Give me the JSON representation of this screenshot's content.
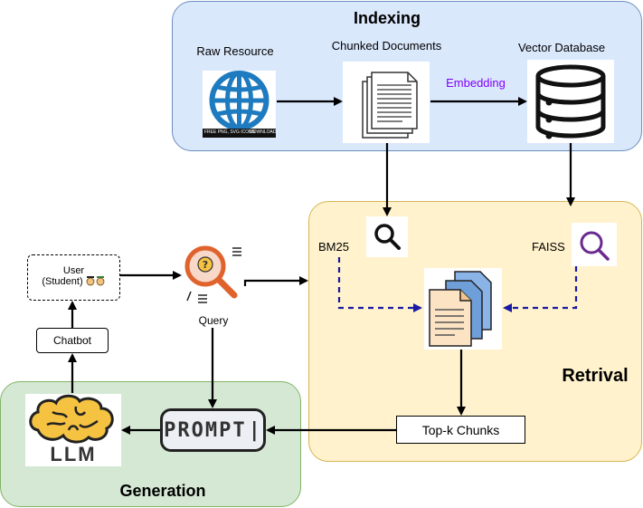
{
  "panels": {
    "indexing": "Indexing",
    "retrieval": "Retrival",
    "generation": "Generation"
  },
  "nodes": {
    "raw_resource": "Raw Resource",
    "chunked_documents": "Chunked Documents",
    "vector_database": "Vector Database",
    "bm25": "BM25",
    "faiss": "FAISS",
    "user": "User",
    "user_role": "(Student)",
    "chatbot": "Chatbot",
    "query": "Query",
    "topk": "Top-k Chunks",
    "llm": "LLM",
    "prompt": "PROMPT"
  },
  "edges": {
    "embedding": "Embedding"
  },
  "icons": {
    "raw_resource_caption_left": "FREE PNG, SVG ICONS",
    "raw_resource_caption_right": "DOWNLOAD"
  },
  "colors": {
    "indexing_fill": "#dae8fc",
    "retrieval_fill": "#fff2cc",
    "generation_fill": "#d5e8d4",
    "embedding_text": "#7f00ff",
    "dashed_arrow": "#1a1aa6",
    "globe_blue": "#1f7bbf",
    "brain_yellow": "#f5c242"
  }
}
